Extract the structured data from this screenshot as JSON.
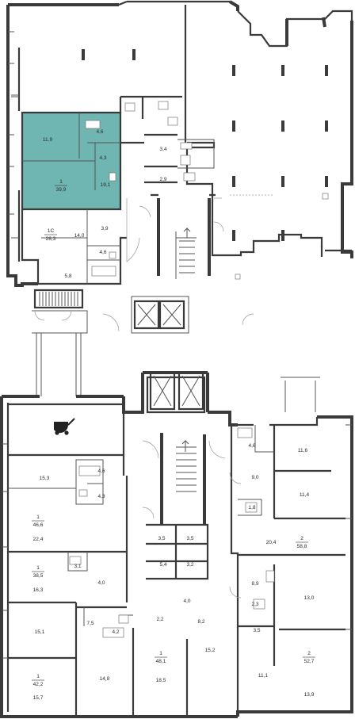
{
  "accent_color": "#6fb5b1",
  "icons": {
    "stroller": "stroller-icon",
    "elevator": "elevator-icon",
    "stairs": "stairs-icon"
  },
  "upper": {
    "apartment": {
      "number": "1",
      "area": "39,9"
    },
    "studio": {
      "number": "1С",
      "area": "28,3"
    },
    "rooms": [
      "11,9",
      "4,6",
      "4,3",
      "19,1",
      "14,0",
      "3,9",
      "4,6",
      "5,8",
      "3,4",
      "2,9"
    ]
  },
  "lower": {
    "apartments": [
      {
        "number": "1",
        "area": "46,6"
      },
      {
        "number": "1",
        "area": "38,5"
      },
      {
        "number": "1",
        "area": "42,2"
      },
      {
        "number": "1",
        "area": "48,1"
      },
      {
        "number": "2",
        "area": "58,8"
      },
      {
        "number": "2",
        "area": "52,7"
      }
    ],
    "rooms_left": [
      "15,3",
      "4,6",
      "4,3",
      "22,4",
      "3,1",
      "16,3",
      "4,0",
      "15,1",
      "7,5",
      "4,2",
      "15,7",
      "14,8"
    ],
    "rooms_center": [
      "3,5",
      "3,5",
      "5,4",
      "3,2",
      "4,0",
      "2,2",
      "8,2",
      "18,5",
      "15,2"
    ],
    "rooms_right": [
      "4,6",
      "11,6",
      "9,0",
      "11,4",
      "1,8",
      "20,4",
      "8,9",
      "2,3",
      "13,0",
      "3,5",
      "11,1",
      "13,9"
    ]
  }
}
